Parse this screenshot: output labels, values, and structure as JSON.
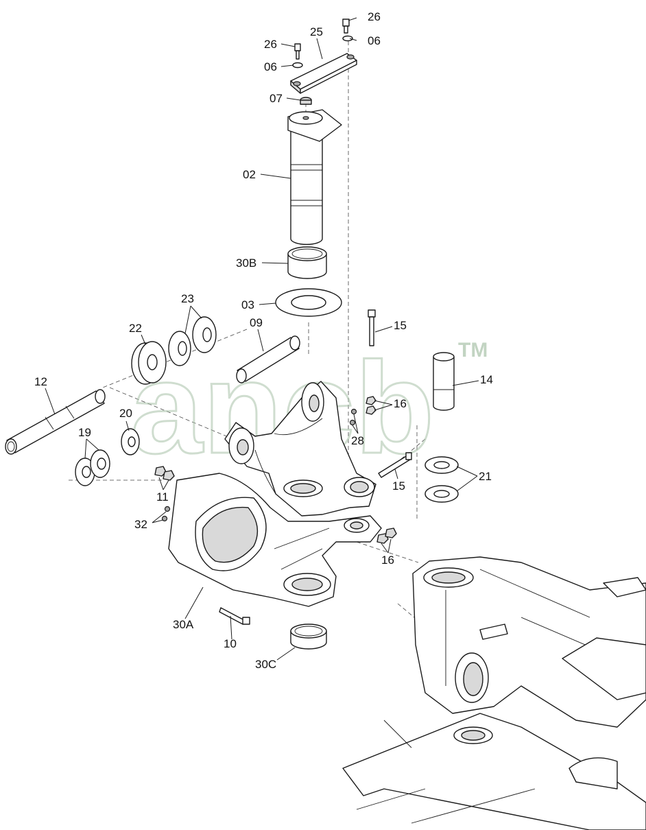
{
  "callouts": {
    "c26a": "26",
    "c26b": "26",
    "c25": "25",
    "c06a": "06",
    "c06b": "06",
    "c07": "07",
    "c02": "02",
    "c30b": "30B",
    "c03": "03",
    "c23": "23",
    "c22": "22",
    "c09": "09",
    "c15a": "15",
    "c14": "14",
    "c12": "12",
    "c20": "20",
    "c16a": "16",
    "c19": "19",
    "c28": "28",
    "c11": "11",
    "c15b": "15",
    "c21": "21",
    "c32": "32",
    "c16b": "16",
    "c30a": "30A",
    "c10": "10",
    "c30c": "30C"
  },
  "watermark": {
    "text": "TM"
  },
  "colors": {
    "line": "#1a1a1a",
    "watermark": "#a9c2a9",
    "shade": "#d9d9d9"
  }
}
